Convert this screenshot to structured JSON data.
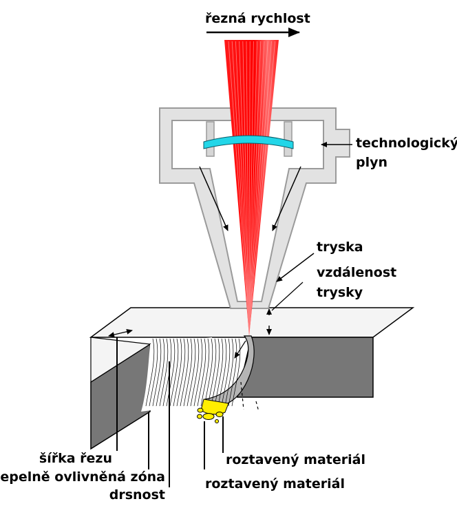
{
  "labels": {
    "cutting_speed": "řezná rychlost",
    "gas_line1": "technologický",
    "gas_line2": "plyn",
    "nozzle": "tryska",
    "standoff_line1": "vzdálenost",
    "standoff_line2": "trysky",
    "kerf_width": "šířka řezu",
    "haz": "tepelně ovlivněná zóna",
    "roughness": "drsnost",
    "molten_1": "roztavený materiál",
    "molten_2": "roztavený materiál"
  },
  "colors": {
    "laser": "#ff0000",
    "laser_light": "#ff8080",
    "lens": "#22d6e8",
    "nozzle_fill": "#e2e2e2",
    "nozzle_edge": "#9a9a9a",
    "workpiece_top": "#f4f4f4",
    "workpiece_side": "#777777",
    "kerf_wall": "#b5b5b5",
    "molten": "#ffee00"
  }
}
